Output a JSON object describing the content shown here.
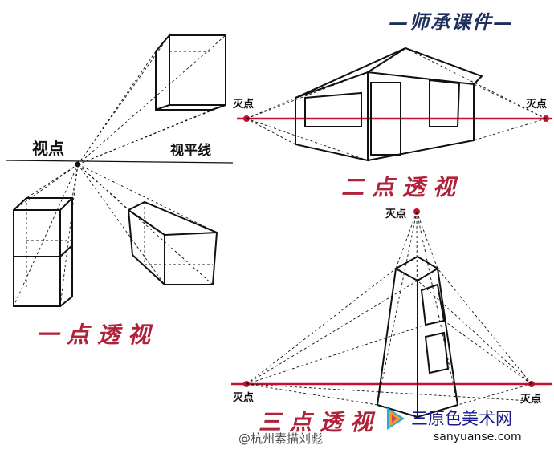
{
  "header": {
    "brand": "—师承课件—"
  },
  "one_point": {
    "eye_label": "视点",
    "horizon_label": "视平线",
    "title": "一点透视"
  },
  "two_point": {
    "vanish_left": "灭点",
    "vanish_right": "灭点",
    "title": "二点透视"
  },
  "three_point": {
    "vanish_top": "灭点",
    "vanish_left": "灭点",
    "vanish_right": "灭点",
    "title": "三点透视"
  },
  "watermark": {
    "weibo": "@杭州素描刘彪",
    "site_name": "三原色美术网",
    "site_url": "sanyuanse.com"
  },
  "colors": {
    "red": "#c8102e",
    "navy": "#1f2f5c",
    "ink": "#111111"
  }
}
